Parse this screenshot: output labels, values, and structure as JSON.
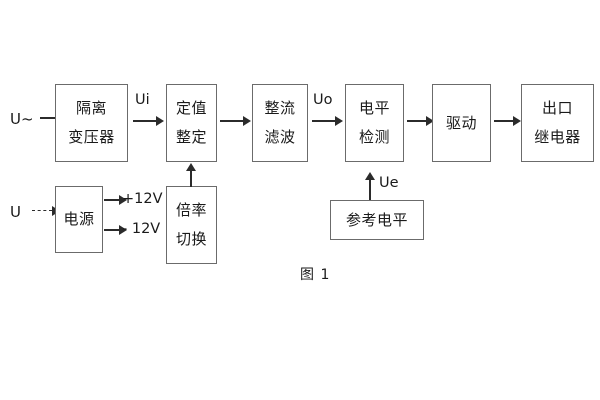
{
  "figure": {
    "caption": "图 1",
    "line_color": "#6b6b6b",
    "arrow_color": "#2b2b2b",
    "text_color": "#1a1a1a",
    "background": "#ffffff"
  },
  "blocks": {
    "isolation_transformer": {
      "line1": "隔离",
      "line2": "变压器"
    },
    "setting_value": {
      "line1": "定值",
      "line2": "整定"
    },
    "rectify_filter": {
      "line1": "整流",
      "line2": "滤波"
    },
    "level_detect": {
      "line1": "电平",
      "line2": "检测"
    },
    "drive": {
      "line1": "驱动"
    },
    "output_relay": {
      "line1": "出口",
      "line2": "继电器"
    },
    "power_supply": {
      "line1": "电源"
    },
    "multiplier_switch": {
      "line1": "倍率",
      "line2": "切换"
    },
    "reference_level": {
      "line1": "参考电平"
    }
  },
  "signals": {
    "input_ac": "U~",
    "input_dc": "U",
    "ui": "Ui",
    "uo": "Uo",
    "ue": "Ue",
    "rail_positive": "+12V",
    "rail_negative": "- 12V"
  }
}
